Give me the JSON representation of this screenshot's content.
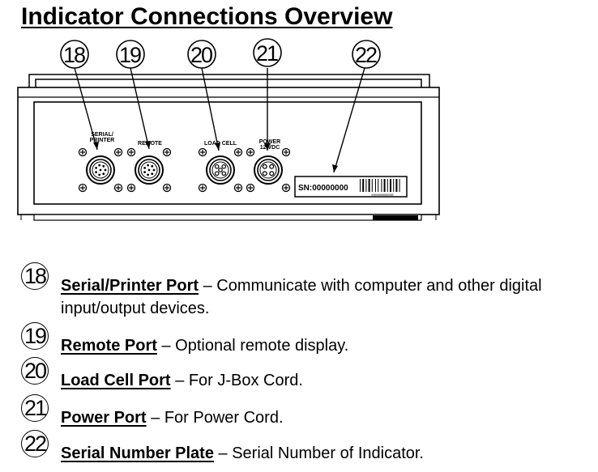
{
  "title": "Indicator Connections Overview",
  "callouts": [
    "18",
    "19",
    "20",
    "21",
    "22"
  ],
  "panel": {
    "port_labels": {
      "serial": "SERIAL/\nPRINTER",
      "remote": "REMOTE",
      "loadcell": "LOAD CELL",
      "power": "POWER\n12 VDC"
    },
    "serial_number": "SN:00000000",
    "barcode_digits": "0000000000000"
  },
  "legend": [
    {
      "num": "18",
      "name": "Serial/Printer Port",
      "text": " – Communicate with computer and other digital input/output devices."
    },
    {
      "num": "19",
      "name": "Remote Port",
      "text": " – Optional remote display."
    },
    {
      "num": "20",
      "name": "Load Cell Port",
      "text": " – For J-Box Cord."
    },
    {
      "num": "21",
      "name": "Power Port",
      "text": " – For Power Cord."
    },
    {
      "num": "22",
      "name": "Serial Number Plate",
      "text": " – Serial Number of Indicator."
    }
  ]
}
